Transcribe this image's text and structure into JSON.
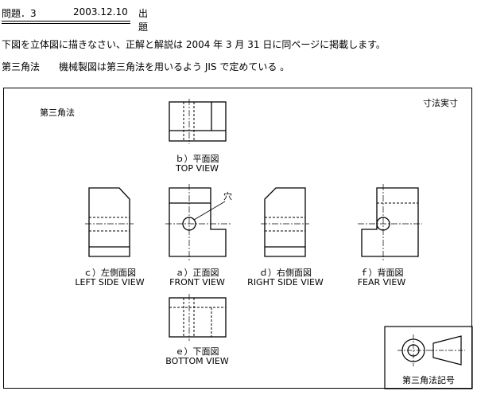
{
  "header": {
    "problem": "問題．3",
    "date": "2003.12.10",
    "title": "出題"
  },
  "instruction": "下図を立体図に描きなさい、正解と解説は 2004 年 3 月 31 日に同ページに掲載します。",
  "topic": {
    "name": "第三角法",
    "note": "機械製図は第三角法を用いるよう JIS で定めている 。"
  },
  "drawing": {
    "method_label": "第三角法",
    "scale_label": "寸法実寸",
    "hole_label": "穴",
    "views": {
      "top": {
        "jp": "ｂ）平面図",
        "en": "TOP VIEW"
      },
      "left": {
        "jp": "ｃ）左側面図",
        "en": "LEFT SIDE VIEW"
      },
      "front": {
        "jp": "ａ）正面図",
        "en": "FRONT VIEW"
      },
      "right": {
        "jp": "ｄ）右側面図",
        "en": "RIGHT SIDE VIEW"
      },
      "back": {
        "jp": "ｆ）背面図",
        "en": "FEAR VIEW"
      },
      "bottom": {
        "jp": "ｅ）下面図",
        "en": "BOTTOM VIEW"
      }
    },
    "symbol_label": "第三角法記号"
  }
}
